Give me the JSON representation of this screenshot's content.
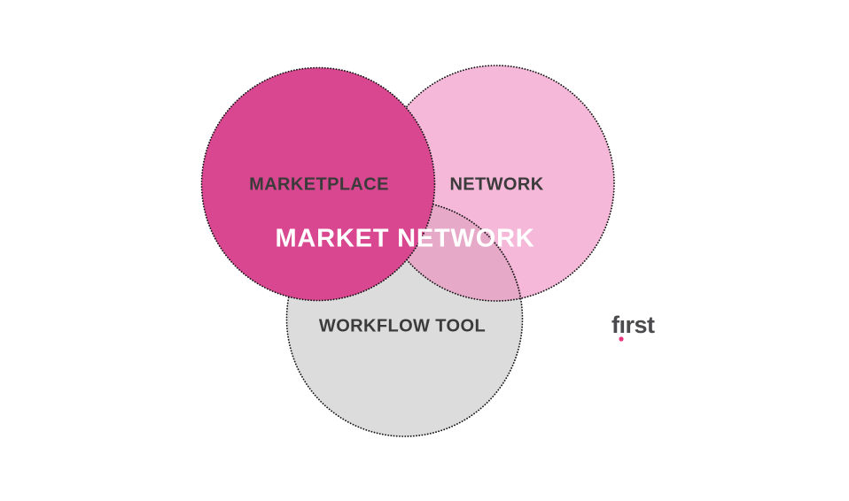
{
  "slide": {
    "background": "#ffffff"
  },
  "diagram": {
    "type": "venn",
    "border_color": "#161616",
    "circles": [
      {
        "id": "marketplace",
        "label": "MARKETPLACE",
        "fill": "#d8478f"
      },
      {
        "id": "network",
        "label": "NETWORK",
        "fill": "#f5b8d8"
      },
      {
        "id": "workflow",
        "label": "WORKFLOW TOOL",
        "fill": "#dcdcdc"
      }
    ],
    "overlap_fill": "#e7a9c8",
    "center_label": "MARKET NETWORK",
    "label_color": "#3b3b3b",
    "center_label_color": "#ffffff"
  },
  "logo": {
    "text": "fırst",
    "color": "#4b4b4d",
    "dot_color": "#e8377f"
  }
}
